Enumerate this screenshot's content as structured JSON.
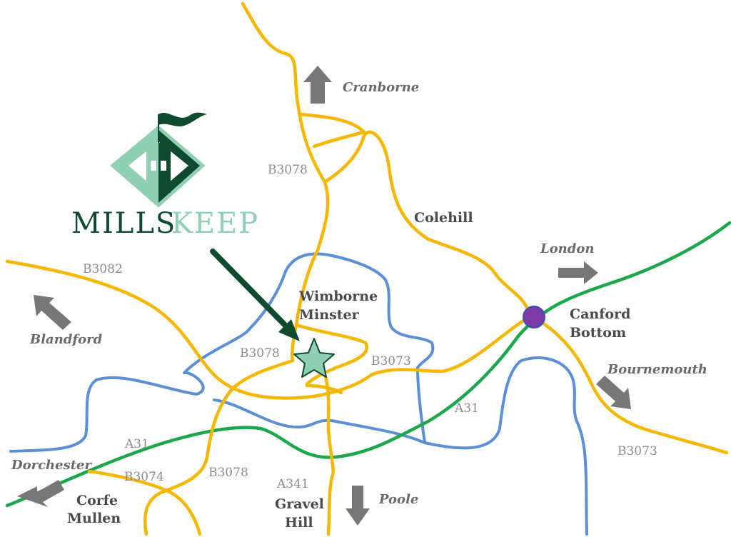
{
  "logo": {
    "name_part1": "MILLS",
    "name_part2": "KEEP",
    "color_dark": "#0d4a2e",
    "color_light": "#8fcfb2"
  },
  "places": {
    "wimborne_line1": "Wimborne",
    "wimborne_line2": "Minster",
    "colehill": "Colehill",
    "canford_line1": "Canford",
    "canford_line2": "Bottom",
    "corfe_line1": "Corfe",
    "corfe_line2": "Mullen",
    "gravel_line1": "Gravel",
    "gravel_line2": "Hill"
  },
  "roads": {
    "b3078_north": "B3078",
    "b3082": "B3082",
    "b3078_center": "B3078",
    "b3073_center": "B3073",
    "a31_right": "A31",
    "b3073_right": "B3073",
    "a31_left": "A31",
    "b3074": "B3074",
    "b3078_south": "B3078",
    "a341": "A341"
  },
  "directions": {
    "cranborne": "Cranborne",
    "london": "London",
    "blandford": "Blandford",
    "bournemouth": "Bournemouth",
    "dorchester": "Dorchester",
    "poole": "Poole"
  },
  "colors": {
    "b_road": "#f5b700",
    "a31": "#1aa84b",
    "river": "#5b8fd6",
    "roundabout": "#7a3aa8",
    "star": "#8fcfb2",
    "pointer_arrow": "#0d4a2e",
    "direction_arrow": "#777777"
  },
  "icons": [
    "location-star-icon",
    "roundabout-icon",
    "pointer-arrow-icon",
    "direction-arrow-icon",
    "mills-keep-logo-icon"
  ]
}
